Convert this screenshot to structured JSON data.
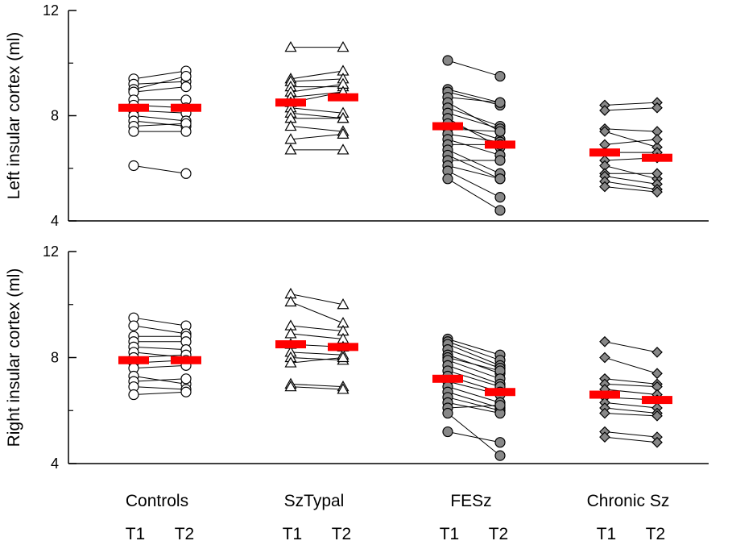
{
  "chart_data": [
    {
      "type": "scatter",
      "panel": "top",
      "ylabel": "Left insular cortex (ml)",
      "ylim": [
        4,
        12
      ],
      "yticks": [
        "4",
        "8",
        "12"
      ],
      "groups": [
        "Controls",
        "SzTypal",
        "FESz",
        "Chronic Sz"
      ],
      "timepoints": [
        "T1",
        "T2"
      ],
      "marker_styles": [
        "open-circle",
        "open-triangle",
        "filled-circle",
        "filled-diamond"
      ],
      "pairs": [
        [
          [
            9.4,
            9.7
          ],
          [
            9.2,
            9.3
          ],
          [
            9.0,
            9.5
          ],
          [
            8.9,
            9.1
          ],
          [
            8.6,
            8.6
          ],
          [
            8.4,
            8.3
          ],
          [
            8.2,
            8.1
          ],
          [
            8.0,
            7.8
          ],
          [
            7.8,
            7.6
          ],
          [
            7.6,
            7.7
          ],
          [
            7.4,
            7.4
          ],
          [
            6.1,
            5.8
          ]
        ],
        [
          [
            10.6,
            10.6
          ],
          [
            9.4,
            9.7
          ],
          [
            9.3,
            9.4
          ],
          [
            9.1,
            9.1
          ],
          [
            8.9,
            9.2
          ],
          [
            8.7,
            8.9
          ],
          [
            8.5,
            8.9
          ],
          [
            8.3,
            8.1
          ],
          [
            8.1,
            7.9
          ],
          [
            7.9,
            7.9
          ],
          [
            7.6,
            7.4
          ],
          [
            7.1,
            7.3
          ],
          [
            6.7,
            6.7
          ]
        ],
        [
          [
            10.1,
            9.5
          ],
          [
            9.0,
            8.5
          ],
          [
            8.9,
            8.4
          ],
          [
            8.7,
            8.5
          ],
          [
            8.5,
            7.4
          ],
          [
            8.3,
            7.6
          ],
          [
            8.1,
            7.5
          ],
          [
            7.9,
            6.8
          ],
          [
            7.7,
            7.1
          ],
          [
            7.5,
            7.4
          ],
          [
            7.3,
            7.0
          ],
          [
            7.1,
            6.5
          ],
          [
            6.9,
            6.9
          ],
          [
            6.7,
            5.8
          ],
          [
            6.5,
            5.6
          ],
          [
            6.3,
            6.3
          ],
          [
            6.1,
            5.6
          ],
          [
            5.9,
            4.9
          ],
          [
            5.6,
            4.4
          ]
        ],
        [
          [
            8.4,
            8.5
          ],
          [
            8.2,
            8.3
          ],
          [
            7.5,
            7.4
          ],
          [
            7.4,
            6.8
          ],
          [
            6.9,
            7.1
          ],
          [
            6.6,
            6.6
          ],
          [
            6.3,
            6.4
          ],
          [
            6.1,
            5.6
          ],
          [
            5.8,
            5.8
          ],
          [
            5.7,
            5.4
          ],
          [
            5.5,
            5.2
          ],
          [
            5.3,
            5.1
          ]
        ]
      ],
      "means": [
        [
          8.3,
          8.3
        ],
        [
          8.5,
          8.7
        ],
        [
          7.6,
          6.9
        ],
        [
          6.6,
          6.4
        ]
      ]
    },
    {
      "type": "scatter",
      "panel": "bottom",
      "ylabel": "Right insular cortex (ml)",
      "ylim": [
        4,
        12
      ],
      "yticks": [
        "4",
        "8",
        "12"
      ],
      "groups": [
        "Controls",
        "SzTypal",
        "FESz",
        "Chronic Sz"
      ],
      "timepoints": [
        "T1",
        "T2"
      ],
      "marker_styles": [
        "open-circle",
        "open-triangle",
        "filled-circle",
        "filled-diamond"
      ],
      "pairs": [
        [
          [
            9.5,
            9.2
          ],
          [
            9.2,
            8.9
          ],
          [
            8.8,
            8.8
          ],
          [
            8.6,
            8.6
          ],
          [
            8.4,
            8.3
          ],
          [
            8.2,
            8.0
          ],
          [
            8.0,
            8.1
          ],
          [
            7.8,
            7.9
          ],
          [
            7.6,
            7.7
          ],
          [
            7.3,
            7.0
          ],
          [
            7.1,
            7.2
          ],
          [
            6.9,
            6.8
          ],
          [
            6.6,
            6.7
          ]
        ],
        [
          [
            10.4,
            10.0
          ],
          [
            10.1,
            9.3
          ],
          [
            9.2,
            9.0
          ],
          [
            8.9,
            8.7
          ],
          [
            8.5,
            8.4
          ],
          [
            8.2,
            8.1
          ],
          [
            8.0,
            7.9
          ],
          [
            7.8,
            8.0
          ],
          [
            7.0,
            6.9
          ],
          [
            6.9,
            6.8
          ]
        ],
        [
          [
            8.7,
            8.1
          ],
          [
            8.6,
            7.9
          ],
          [
            8.5,
            7.7
          ],
          [
            8.3,
            7.6
          ],
          [
            8.1,
            7.4
          ],
          [
            8.0,
            7.5
          ],
          [
            7.9,
            7.2
          ],
          [
            7.7,
            7.0
          ],
          [
            7.5,
            6.9
          ],
          [
            7.3,
            6.7
          ],
          [
            7.1,
            6.6
          ],
          [
            6.9,
            6.3
          ],
          [
            6.7,
            6.1
          ],
          [
            6.5,
            6.0
          ],
          [
            6.3,
            5.9
          ],
          [
            6.1,
            6.2
          ],
          [
            5.2,
            4.8
          ],
          [
            5.9,
            4.3
          ]
        ],
        [
          [
            8.6,
            8.2
          ],
          [
            8.0,
            7.4
          ],
          [
            7.2,
            7.0
          ],
          [
            7.0,
            6.9
          ],
          [
            6.8,
            6.6
          ],
          [
            6.5,
            6.4
          ],
          [
            6.3,
            6.1
          ],
          [
            6.1,
            5.9
          ],
          [
            5.9,
            5.8
          ],
          [
            5.2,
            5.0
          ],
          [
            5.0,
            4.8
          ]
        ]
      ],
      "means": [
        [
          7.9,
          7.9
        ],
        [
          8.5,
          8.4
        ],
        [
          7.2,
          6.7
        ],
        [
          6.6,
          6.4
        ]
      ]
    }
  ],
  "colors": {
    "mean_bar": "#ff0000",
    "filled_marker": "#888888",
    "line": "#000000",
    "axis": "#000000"
  }
}
